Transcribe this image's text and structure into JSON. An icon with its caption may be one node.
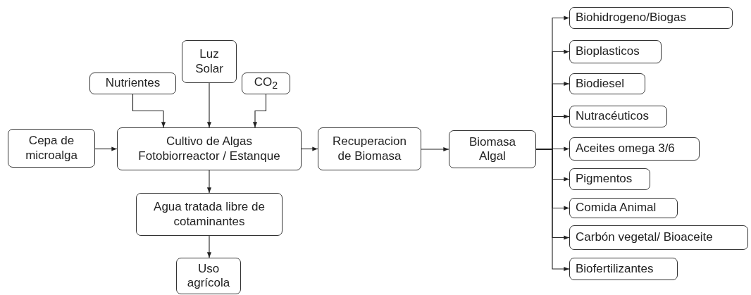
{
  "diagram": {
    "nodes": [
      {
        "text": [
          "Luz Solar"
        ]
      },
      {
        "text": [
          "Nutrientes"
        ]
      },
      {
        "text": [
          "CO$_{2}$"
        ]
      },
      {
        "text": [
          "Cepa de microalga"
        ]
      },
      {
        "text": [
          "Cultivo de Algas",
          "Fotobiorreactor / Estanque"
        ]
      },
      {
        "text": [
          "Agua tratada libre de cotaminantes"
        ]
      },
      {
        "text": [
          "Uso agrícola"
        ]
      },
      {
        "text": [
          "Recuperacion de Biomasa"
        ]
      },
      {
        "text": [
          "Biomasa Algal"
        ]
      },
      {
        "text": [
          "Biohidrogeno/Biogas"
        ]
      },
      {
        "text": [
          "Bioplasticos"
        ]
      },
      {
        "text": [
          "Biodiesel"
        ]
      },
      {
        "text": [
          "Nutracéuticos"
        ]
      },
      {
        "text": [
          "Aceites omega 3/6"
        ]
      },
      {
        "text": [
          "Pigmentos"
        ]
      },
      {
        "text": [
          "Comida Animal"
        ]
      },
      {
        "text": [
          "Carbón vegetal/ Bioaceite"
        ]
      },
      {
        "text": [
          "Biofertilizantes"
        ]
      }
    ],
    "edges": [
      {
        "from": 1,
        "to": 4,
        "arrow": "to"
      },
      {
        "from": 0,
        "to": 4,
        "arrow": "to"
      },
      {
        "from": 2,
        "to": 4,
        "arrow": "to"
      },
      {
        "from": 3,
        "to": 4,
        "arrow": "to"
      },
      {
        "from": 4,
        "to": 7,
        "arrow": "to"
      },
      {
        "from": 7,
        "to": 8,
        "arrow": "to"
      },
      {
        "from": 8,
        "to": 9,
        "arrow": "to"
      },
      {
        "from": 8,
        "to": 10,
        "arrow": "to"
      },
      {
        "from": 8,
        "to": 11,
        "arrow": "to"
      },
      {
        "from": 8,
        "to": 12,
        "arrow": "to"
      },
      {
        "from": 8,
        "to": 13,
        "arrow": "to"
      },
      {
        "from": 8,
        "to": 14,
        "arrow": "to"
      },
      {
        "from": 8,
        "to": 15,
        "arrow": "to"
      },
      {
        "from": 8,
        "to": 16,
        "arrow": "to"
      },
      {
        "from": 8,
        "to": 17,
        "arrow": "to"
      },
      {
        "from": 4,
        "to": 5,
        "arrow": "to"
      },
      {
        "from": 5,
        "to": 6,
        "arrow": "to"
      }
    ]
  }
}
